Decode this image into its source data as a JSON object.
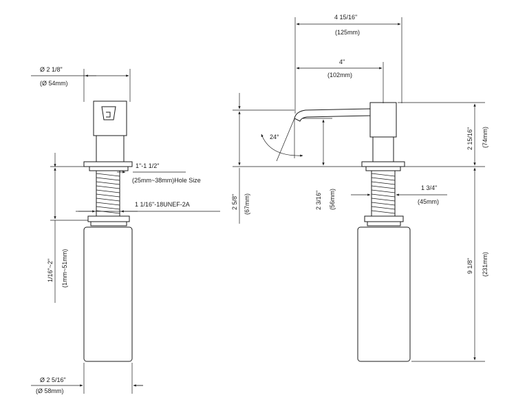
{
  "front_view": {
    "top_dia_in": "Ø 2 1/8\"",
    "top_dia_mm": "(Ø 54mm)",
    "hole_in": "1\"-1 1/2\"",
    "hole_mm": "(25mm~38mm)Hole Size",
    "thread": "1 1/16\"-18UNEF-2A",
    "counter_in": "1/16\"~2\"",
    "counter_mm": "(1mm~51mm)",
    "bottle_dia_in": "Ø 2 5/16\"",
    "bottle_dia_mm": "(Ø 58mm)"
  },
  "side_view": {
    "reach_total_in": "4 15/16\"",
    "reach_total_mm": "(125mm)",
    "reach_in": "4\"",
    "reach_mm": "(102mm)",
    "angle": "24°",
    "head_h_in": "2 15/16\"",
    "head_h_mm": "(74mm)",
    "spout_h_in": "2 5/8\"",
    "spout_h_mm": "(67mm)",
    "clear_h_in": "2 3/16\"",
    "clear_h_mm": "(56mm)",
    "shank_in": "1 3/4\"",
    "shank_mm": "(45mm)",
    "below_in": "9 1/8\"",
    "below_mm": "(231mm)"
  }
}
